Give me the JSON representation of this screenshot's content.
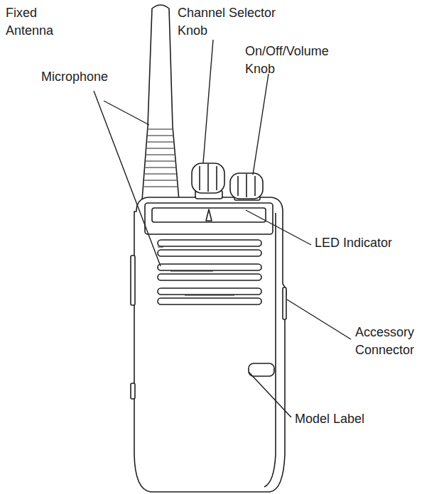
{
  "diagram": {
    "labels": [
      "Fixed Antenna",
      "Channel Selector Knob",
      "On/Off/Volume Knob",
      "Microphone",
      "LED Indicator",
      "Accessory Connector",
      "Model Label"
    ]
  }
}
